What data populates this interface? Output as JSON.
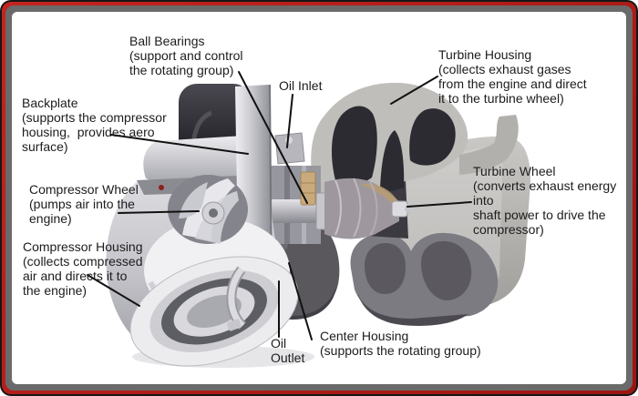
{
  "frame": {
    "outer_color": "#161616",
    "red_color": "#b51d1a",
    "gray_color": "#6a6a6a",
    "content_bg": "#ffffff"
  },
  "diagram": {
    "subject": "Turbocharger cutaway with labeled components",
    "labels": {
      "ball_bearings": "Ball Bearings\n(support and control\nthe rotating group)",
      "oil_inlet": "Oil Inlet",
      "turbine_housing": "Turbine Housing\n(collects exhaust gases\nfrom the engine and direct\nit to the turbine wheel)",
      "backplate": "Backplate\n(supports the compressor\nhousing,  provides aero\nsurface)",
      "compressor_wheel": "Compressor Wheel\n(pumps air into the\nengine)",
      "compressor_housing": "Compressor Housing\n(collects compressed\nair and directs it to\nthe engine)",
      "turbine_wheel": "Turbine Wheel\n(converts exhaust energy\ninto\nshaft power to drive the\ncompressor)",
      "oil_outlet": "Oil\nOutlet",
      "center_housing": "Center Housing\n(supports the rotating group)"
    }
  }
}
